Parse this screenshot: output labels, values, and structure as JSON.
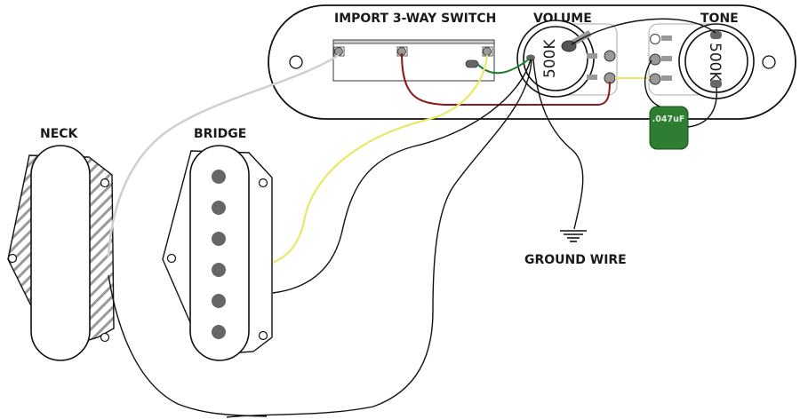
{
  "labels": {
    "switch": "IMPORT 3-WAY SWITCH",
    "volume": "VOLUME",
    "tone": "TONE",
    "neck": "NECK",
    "bridge": "BRIDGE",
    "ground": "GROUND WIRE"
  },
  "components": {
    "volume_pot_value": "500K",
    "tone_pot_value": "500K",
    "capacitor_value": ".047uF"
  },
  "colors": {
    "capacitor": "#2e7d32",
    "wire_red": "#8b1a1a",
    "wire_green": "#1e7a2e",
    "wire_yellow": "#e8e86a",
    "wire_white": "#cfcfcf",
    "wire_black": "#111111",
    "pole_piece": "#666666",
    "lug": "#999999"
  }
}
